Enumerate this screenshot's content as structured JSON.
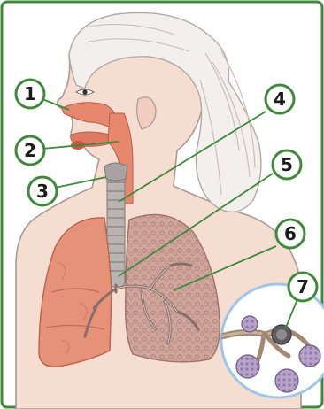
{
  "diagram": {
    "colors": {
      "frame": "#3f8a3a",
      "leader": "#3f8a3a",
      "marker_fill": "#ffffff",
      "skin": "#f3d6c8",
      "skin_outline": "#a99a94",
      "hair": "#f2efed",
      "airway": "#e6876e",
      "lung_left": "#e59279",
      "lung_right": "#caa199",
      "trachea": "#b9b4b0",
      "inset_circle": "#9fc6ea"
    },
    "labels": [
      {
        "id": "1",
        "text": "1"
      },
      {
        "id": "2",
        "text": "2"
      },
      {
        "id": "3",
        "text": "3"
      },
      {
        "id": "4",
        "text": "4"
      },
      {
        "id": "5",
        "text": "5"
      },
      {
        "id": "6",
        "text": "6"
      },
      {
        "id": "7",
        "text": "7"
      }
    ]
  }
}
